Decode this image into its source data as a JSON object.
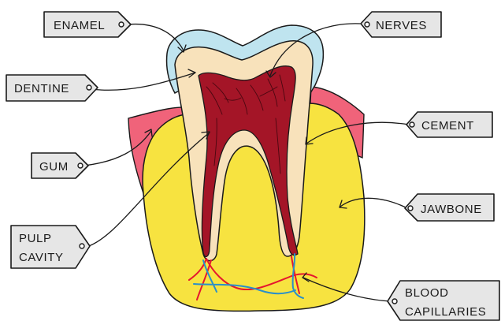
{
  "labels": {
    "enamel": "ENAMEL",
    "nerves": "NERVES",
    "dentine": "DENTINE",
    "cement": "CEMENT",
    "gum": "GUM",
    "jawbone": "JAWBONE",
    "pulp_cavity_line1": "PULP",
    "pulp_cavity_line2": "CAVITY",
    "blood_capillaries_line1": "BLOOD",
    "blood_capillaries_line2": "CAPILLARIES"
  },
  "colors": {
    "enamel": "#bfe4ef",
    "dentine": "#f8e2bb",
    "gum": "#f0637a",
    "jawbone": "#f7e340",
    "pulp": "#a41527",
    "blood_vessel": "#e5162e",
    "capillary_blue": "#2a8fc9",
    "label_box": "#e6e6e6"
  }
}
